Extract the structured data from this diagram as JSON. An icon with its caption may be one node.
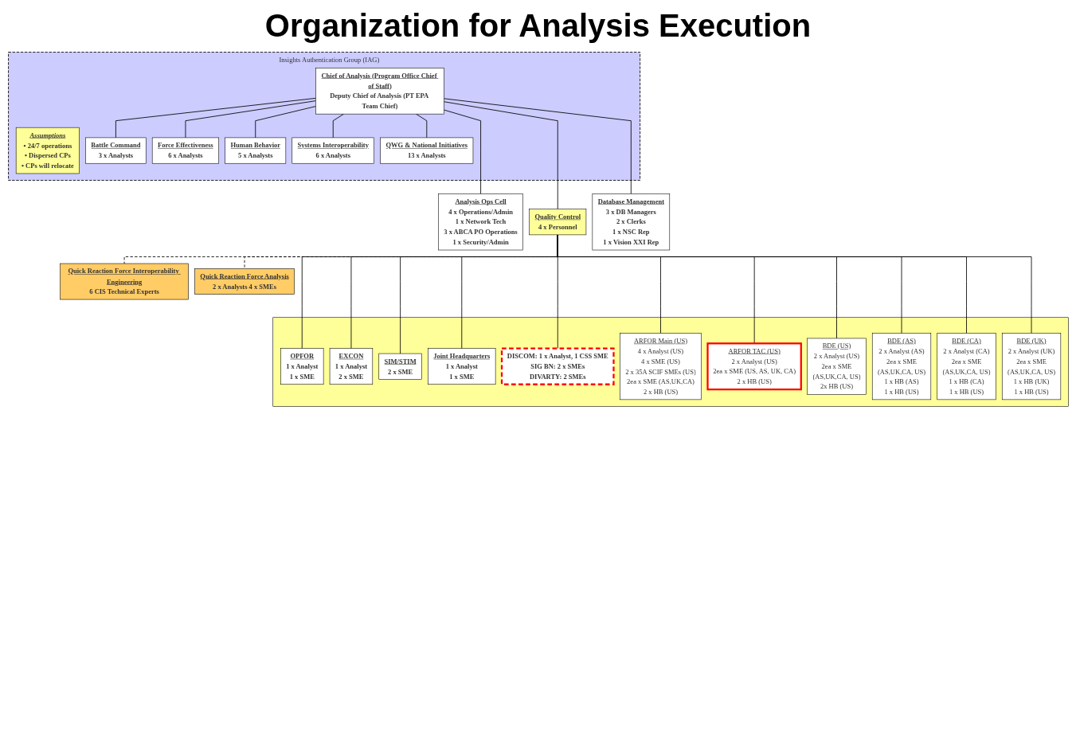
{
  "diagram": {
    "title": "Organization for Analysis Execution",
    "nodes": [
      {
        "text": [
          "Insights Authentication Group (IAG)"
        ]
      },
      {
        "text": [
          "Assumptions",
          "• 24/7 operations",
          "• Dispersed CPs",
          "• CPs will relocate"
        ],
        "in": 0
      },
      {
        "text": [
          "Chief of Analysis (Program Office Chief of Staff)",
          "Deputy Chief of Analysis (PT EPA Team Chief)"
        ],
        "in": 0
      },
      {
        "text": [
          "Battle Command",
          "3 x Analysts"
        ],
        "in": 0
      },
      {
        "text": [
          "Force Effectiveness",
          "6 x Analysts"
        ],
        "in": 0
      },
      {
        "text": [
          "Human Behavior",
          "5 x Analysts"
        ],
        "in": 0
      },
      {
        "text": [
          "Systems Interoperability",
          "6 x Analysts"
        ],
        "in": 0
      },
      {
        "text": [
          "QWG & National Initiatives",
          "13 x Analysts"
        ],
        "in": 0
      },
      {
        "text": [
          "Analysis Ops Cell",
          "4 x Operations/Admin",
          "1 x Network Tech",
          "3 x  ABCA PO Operations",
          "1 x Security/Admin"
        ]
      },
      {
        "text": [
          "Quality Control",
          "4 x Personnel"
        ]
      },
      {
        "text": [
          "Quick Reaction Force Interoperability Engineering",
          "6 CIS Technical Experts"
        ]
      },
      {
        "text": [
          "Quick Reaction Force Analysis",
          "2 x Analysts 4 x SMEs"
        ]
      },
      {
        "text": [
          "Database Management",
          "3 x DB Managers",
          "2 x Clerks",
          "1 x NSC Rep",
          "1 x Vision XXI Rep"
        ]
      },
      {
        "text": [],
        "shape": "box"
      },
      {
        "text": [
          "OPFOR",
          "1 x Analyst",
          "1 x SME"
        ],
        "in": 13
      },
      {
        "text": [
          "EXCON",
          "1 x Analyst",
          "2 x SME"
        ],
        "in": 13
      },
      {
        "text": [
          "SIM/STIM",
          "2 x SME"
        ],
        "in": 13
      },
      {
        "text": [
          "Joint Headquarters",
          "1 x Analyst",
          "1 x SME"
        ],
        "in": 13
      },
      {
        "text": [
          "DISCOM: 1 x Analyst, 1 CSS SME",
          "SIG BN: 2 x SMEs",
          "DIVARTY: 2 SMEs"
        ],
        "in": 13
      },
      {
        "text": [
          "ARFOR Main (US)",
          "4 x Analyst (US)",
          "4 x SME (US)",
          "2 x 35A SCIF SMEs (US)",
          "2ea x SME (AS,UK,CA)",
          "2 x HB (US)"
        ],
        "in": 13
      },
      {
        "text": [
          "ARFOR TAC (US)",
          "2 x Analyst (US)",
          "2ea x SME (US, AS, UK, CA)",
          "2 x HB (US)"
        ],
        "in": 13
      },
      {
        "text": [
          "BDE (US)",
          "2 x Analyst (US)",
          "2ea x SME",
          "(AS,UK,CA, US)",
          "2x HB (US)"
        ],
        "in": 13
      },
      {
        "text": [
          "BDE (AS)",
          "2 x Analyst (AS)",
          "2ea x SME",
          "(AS,UK,CA, US)",
          "1 x HB (AS)",
          "1 x HB (US)"
        ],
        "in": 13
      },
      {
        "text": [
          "BDE (CA)",
          "2 x Analyst (CA)",
          "2ea x SME",
          "(AS,UK,CA, US)",
          "1 x HB (CA)",
          "1 x HB (US)"
        ],
        "in": 13
      },
      {
        "text": [
          "BDE (UK)",
          "2 x Analyst (UK)",
          "2ea x SME",
          "(AS,UK,CA, US)",
          "1 x HB (UK)",
          "1 x HB (US)"
        ],
        "in": 13
      }
    ],
    "edges": [
      {
        "from": 2,
        "to": 3,
        "arrow": "none"
      },
      {
        "from": 2,
        "to": 4,
        "arrow": "none"
      },
      {
        "from": 2,
        "to": 5,
        "arrow": "none"
      },
      {
        "from": 2,
        "to": 6,
        "arrow": "none"
      },
      {
        "from": 2,
        "to": 7,
        "arrow": "none"
      },
      {
        "from": 2,
        "to": 8,
        "arrow": "none"
      },
      {
        "from": 2,
        "to": 9,
        "arrow": "none"
      },
      {
        "from": 2,
        "to": 12,
        "arrow": "none"
      },
      {
        "from": 9,
        "to": 10,
        "arrow": "none",
        "style": "dashed"
      },
      {
        "from": 9,
        "to": 11,
        "arrow": "none",
        "style": "dashed"
      },
      {
        "from": 9,
        "to": 14,
        "arrow": "none"
      },
      {
        "from": 9,
        "to": 15,
        "arrow": "none"
      },
      {
        "from": 9,
        "to": 16,
        "arrow": "none"
      },
      {
        "from": 9,
        "to": 17,
        "arrow": "none"
      },
      {
        "from": 9,
        "to": 18,
        "arrow": "none"
      },
      {
        "from": 9,
        "to": 19,
        "arrow": "none"
      },
      {
        "from": 9,
        "to": 20,
        "arrow": "none"
      },
      {
        "from": 9,
        "to": 21,
        "arrow": "none"
      },
      {
        "from": 9,
        "to": 22,
        "arrow": "none"
      },
      {
        "from": 9,
        "to": 23,
        "arrow": "none"
      },
      {
        "from": 9,
        "to": 24,
        "arrow": "none"
      }
    ]
  }
}
